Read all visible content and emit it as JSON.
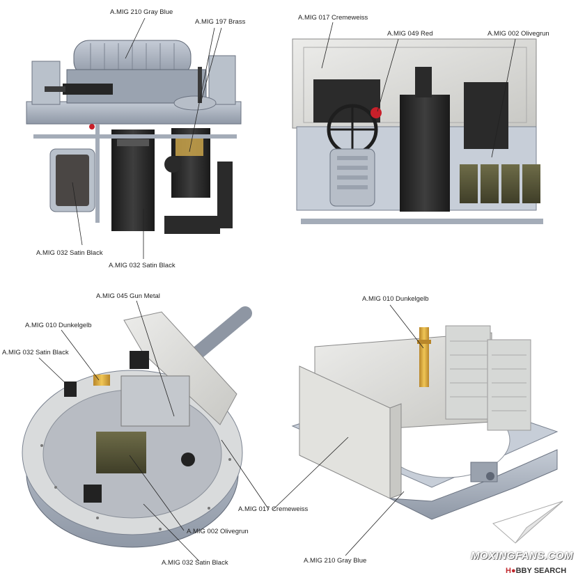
{
  "panels": {
    "top_left": {
      "callouts": [
        "A.MIG 210 Gray Blue",
        "A.MIG 197 Brass",
        "A.MIG 032  Satin Black",
        "A.MIG 032  Satin Black"
      ]
    },
    "top_right": {
      "callouts": [
        "A.MIG 017 Cremeweiss",
        "A.MIG 049 Red",
        "A.MIG 002 Olivegrun"
      ]
    },
    "bottom_left": {
      "callouts": [
        "A.MIG 045 Gun Metal",
        "A.MIG 010 Dunkelgelb",
        "A.MIG 032  Satin Black",
        "A.MIG 002 Olivegrun",
        "A.MIG 032  Satin Black"
      ]
    },
    "bottom_right": {
      "callouts": [
        "A.MIG 010 Dunkelgelb",
        "A.MIG 017 Cremeweiss",
        "A.MIG 210 Gray Blue"
      ]
    }
  },
  "watermark": {
    "site": "MOXINGFANS.COM",
    "brand_a": "H",
    "brand_b": "BBY SEARCH"
  },
  "colors": {
    "gray_blue": "#a9b1bd",
    "cremeweiss": "#dcdcd8",
    "satin_black": "#2a2a2a",
    "olivegrun": "#5c5a3a",
    "dunkelgelb": "#d8a93a",
    "brass": "#c9a34a",
    "red": "#c8202a"
  }
}
